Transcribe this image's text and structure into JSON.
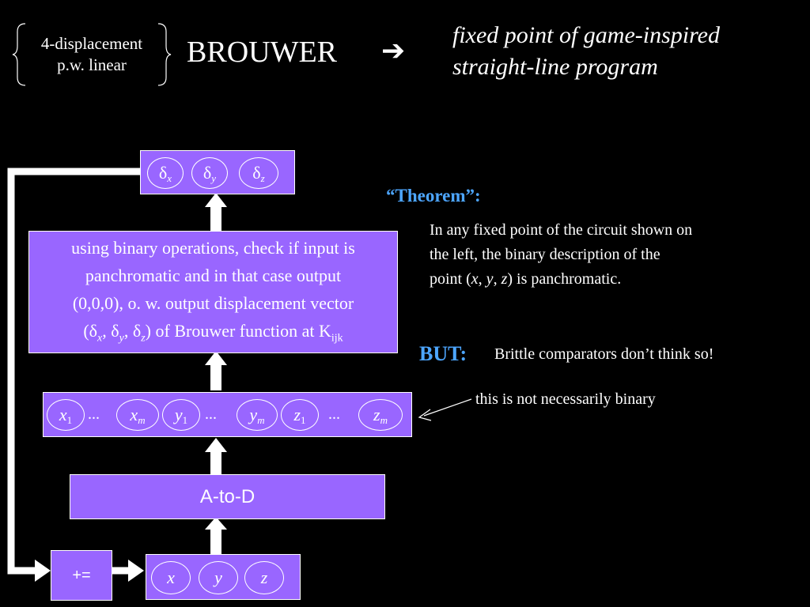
{
  "header": {
    "brace_line1": "4-displacement",
    "brace_line2": "p.w. linear",
    "title": "BROUWER",
    "arrow_glyph": "➔",
    "tagline_line1": "fixed point of game-inspired",
    "tagline_line2": "straight-line program"
  },
  "diagram": {
    "delta_glyph": "δ",
    "output_subs": [
      "x",
      "y",
      "z"
    ],
    "check_box": {
      "line1": "using binary operations, check if input is",
      "line2": "panchromatic and in that case output",
      "line3": "(0,0,0), o. w. output displacement vector",
      "line4_open": "(δ",
      "sub_x": "x",
      "sep1": ", δ",
      "sub_y": "y",
      "sep2": ", δ",
      "sub_z": "z",
      "line4_mid": ") of Brouwer function at K",
      "line4_sub": "ijk"
    },
    "bits": {
      "x1": "x",
      "x1_sub": "1",
      "xm": "x",
      "xm_sub": "m",
      "y1": "y",
      "y1_sub": "1",
      "ym": "y",
      "ym_sub": "m",
      "z1": "z",
      "z1_sub": "1",
      "zm": "z",
      "zm_sub": "m",
      "ellipsis": "..."
    },
    "atod_label": "A-to-D",
    "plus_eq_label": "+=",
    "inputs": [
      "x",
      "y",
      "z"
    ]
  },
  "theorem": {
    "heading": "“Theorem”:",
    "line1": "In any fixed point of the circuit shown on",
    "line2": "the left, the binary description of the",
    "line3_pre": "point  (",
    "var_x": "x",
    "comma1": ", ",
    "var_y": "y",
    "comma2": ", ",
    "var_z": "z",
    "line3_post": ") is panchromatic."
  },
  "but": {
    "label": "BUT:",
    "text": "Brittle comparators don’t think so!"
  },
  "annotation": {
    "text": "this is not necessarily binary"
  },
  "colors": {
    "background": "#000000",
    "box_fill": "#9966ff",
    "theorem_blue": "#4da6ff"
  }
}
